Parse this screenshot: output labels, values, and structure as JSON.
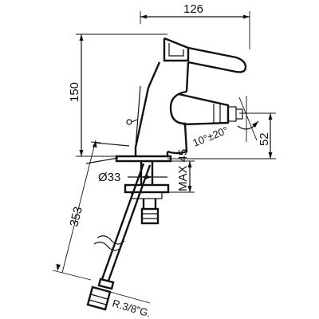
{
  "dimensions": {
    "width_top": "126",
    "height_total": "150",
    "spout_height": "52",
    "angle": "10°±20°",
    "diameter": "Ø33",
    "max_thickness": "MAX 45",
    "hose_length": "353",
    "thread": "R.3/8\"G."
  }
}
